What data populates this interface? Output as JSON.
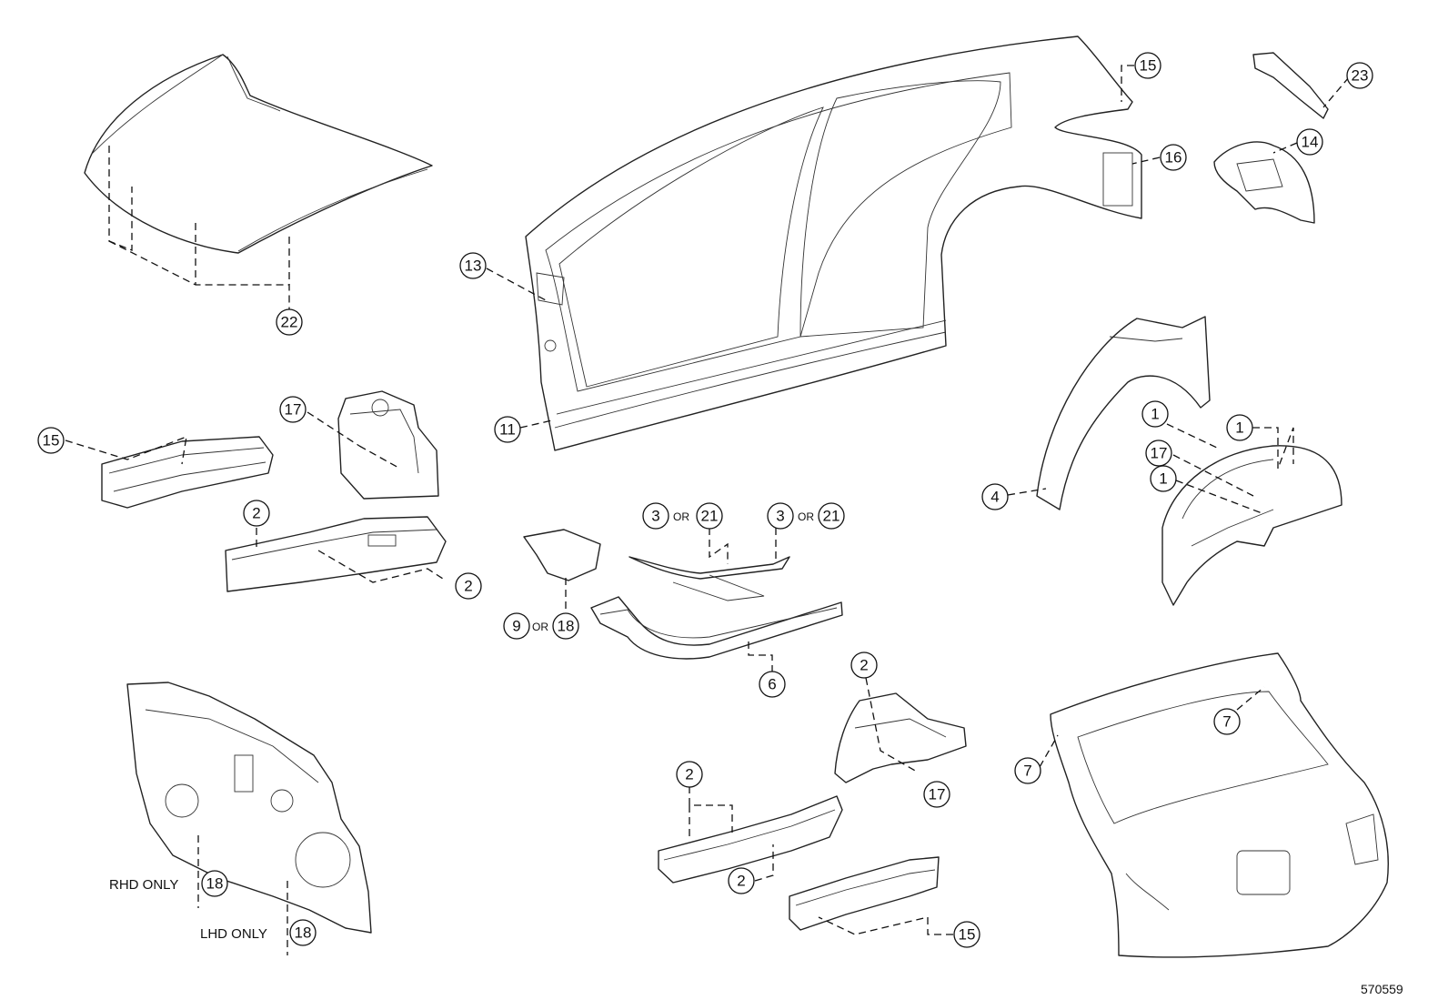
{
  "callouts": {
    "hood": "22",
    "quarter_top": "15",
    "quarter_mid": "16",
    "rear_panel_top": "23",
    "rear_panel_mid": "14",
    "side_front": "13",
    "side_bottom": "11",
    "front_left_member": "15",
    "apron": "17",
    "member_top": "2",
    "member_right": "2",
    "floor_left_a": "3",
    "floor_left_b": "21",
    "floor_right_a": "3",
    "floor_right_b": "21",
    "bracket_a": "9",
    "bracket_b": "18",
    "rocker": "6",
    "wheel_arch": "4",
    "inner_top_left": "1",
    "inner_top_right": "1",
    "inner_apron": "17",
    "inner_mid": "1",
    "lower_apron_top": "2",
    "lower_apron_bottom": "17",
    "lower_member_top": "2",
    "lower_member_bottom": "2",
    "lower_member_15": "15",
    "back_door_left": "7",
    "back_door_right": "7",
    "dash_rhd": "18",
    "dash_lhd": "18"
  },
  "labels": {
    "or": "OR",
    "rhd_only": "RHD ONLY",
    "lhd_only": "LHD ONLY",
    "ref_number": "570559"
  }
}
